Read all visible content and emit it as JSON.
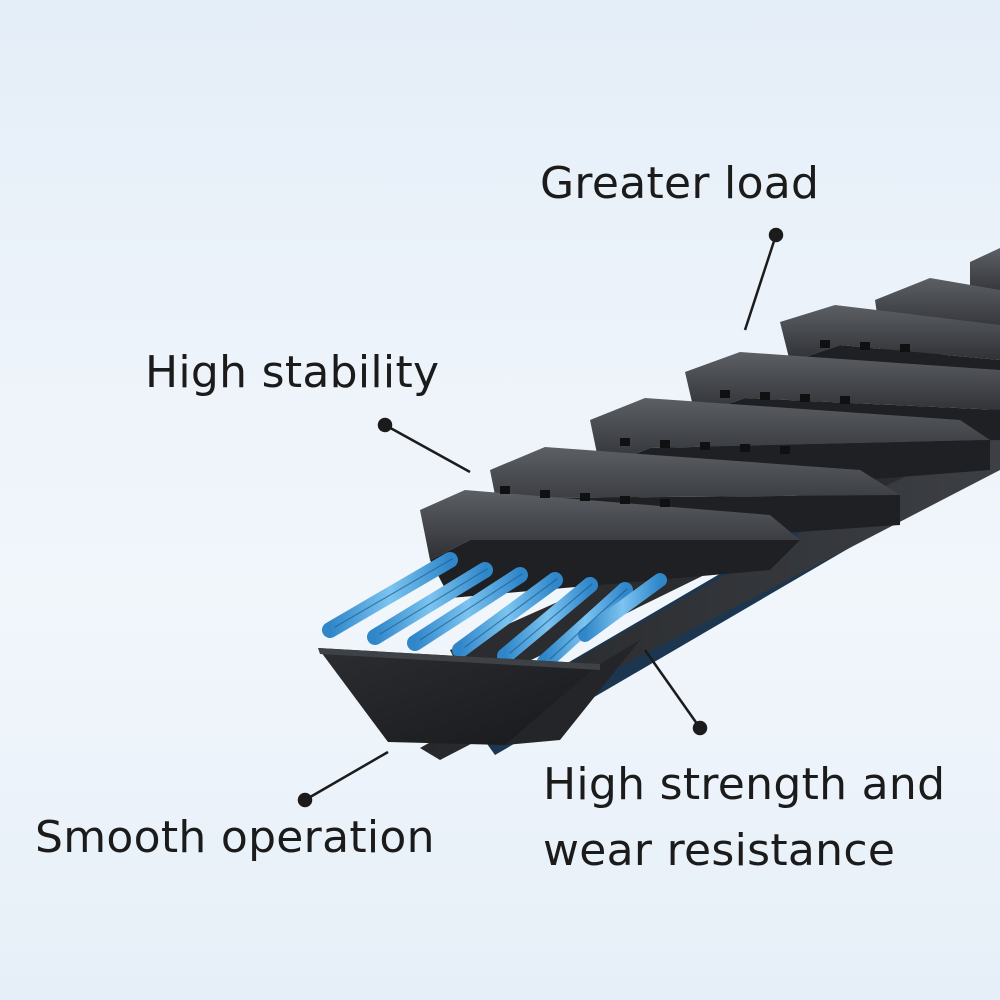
{
  "labels": {
    "greater_load": "Greater load",
    "high_stability": "High stability",
    "smooth_operation": "Smooth operation",
    "high_strength_line1": "High strength and",
    "high_strength_line2": "wear resistance"
  },
  "colors": {
    "belt": "#3a3c40",
    "belt_dark": "#1f2023",
    "cord": "#4aa3e0",
    "leader_line": "#1b1b1b",
    "background": "#e9f1f9"
  }
}
